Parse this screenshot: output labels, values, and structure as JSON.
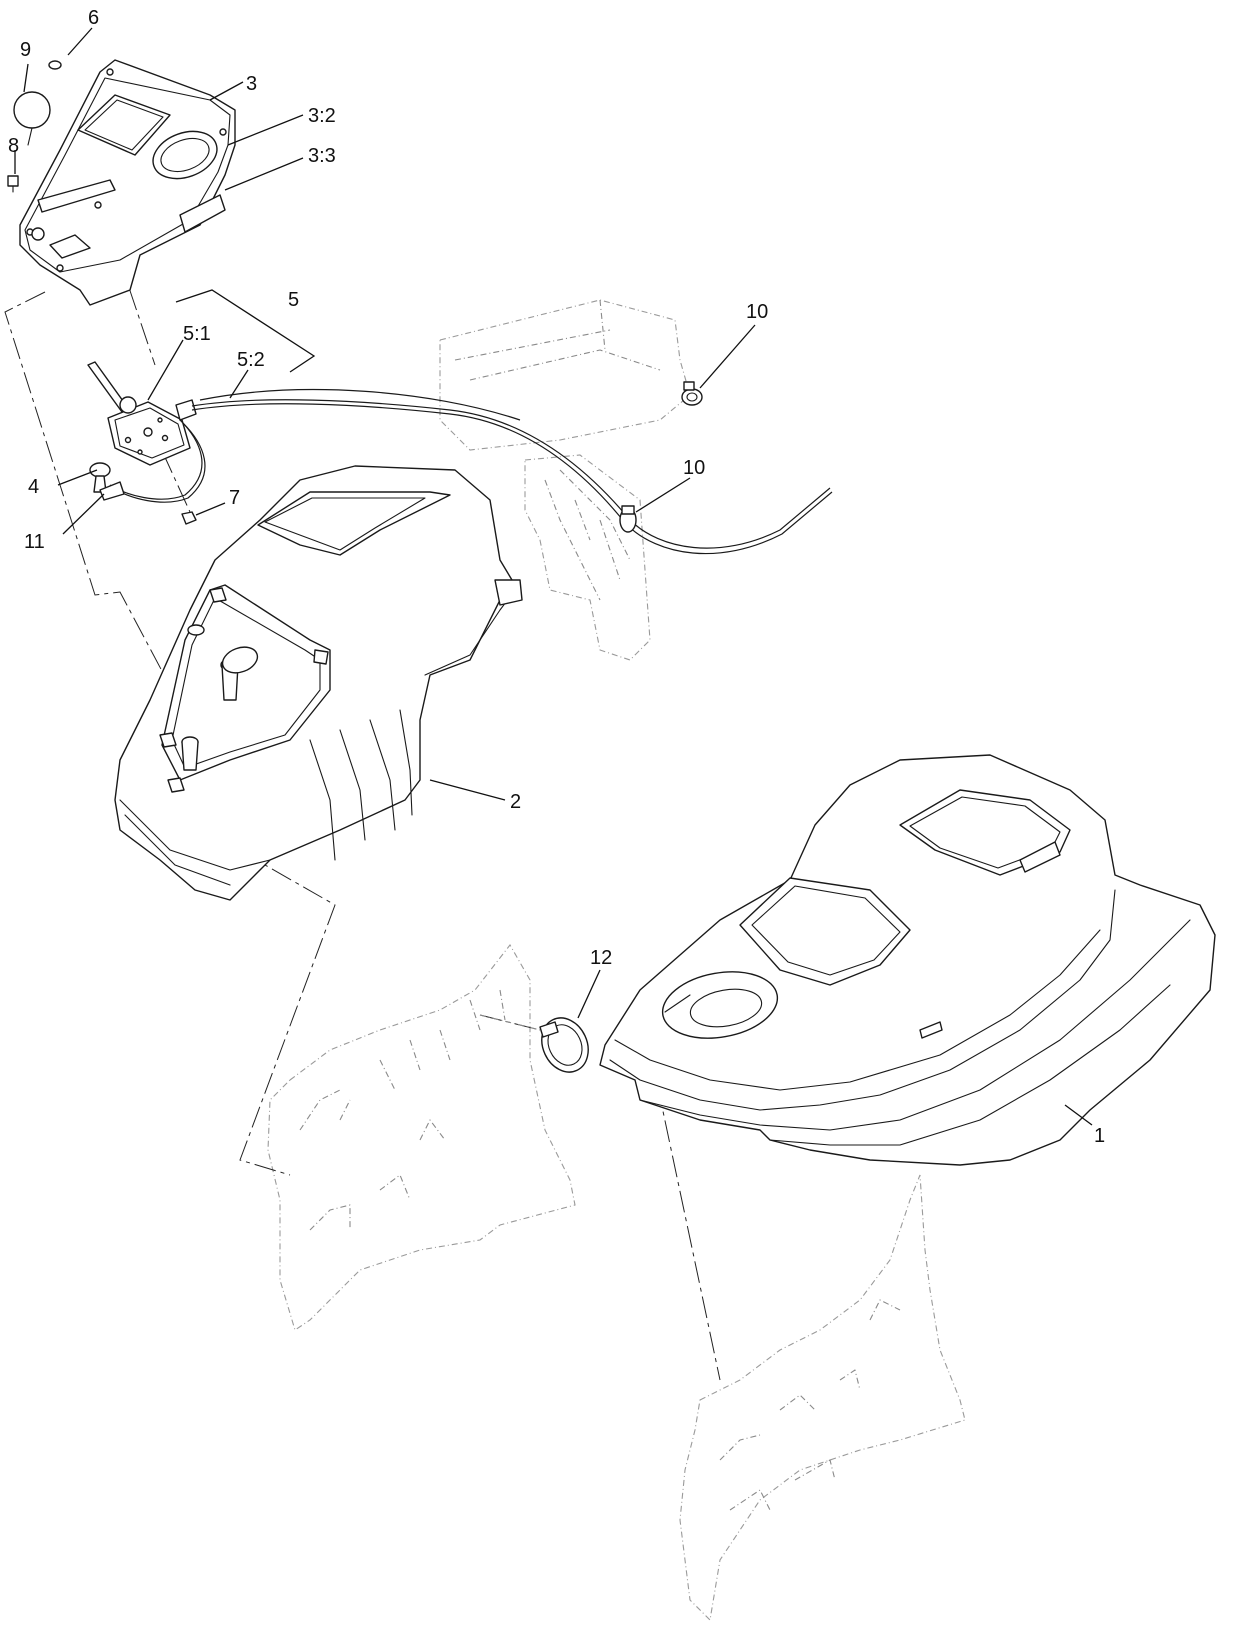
{
  "callouts": {
    "c1": "1",
    "c2": "2",
    "c3": "3",
    "c3_2": "3:2",
    "c3_3": "3:3",
    "c4": "4",
    "c5": "5",
    "c5_1": "5:1",
    "c5_2": "5:2",
    "c6": "6",
    "c7": "7",
    "c8": "8",
    "c9": "9",
    "c10a": "10",
    "c10b": "10",
    "c11": "11",
    "c12": "12"
  },
  "colors": {
    "line": "#1a1a1a",
    "ghost": "#8a8a8a",
    "background": "#ffffff"
  }
}
